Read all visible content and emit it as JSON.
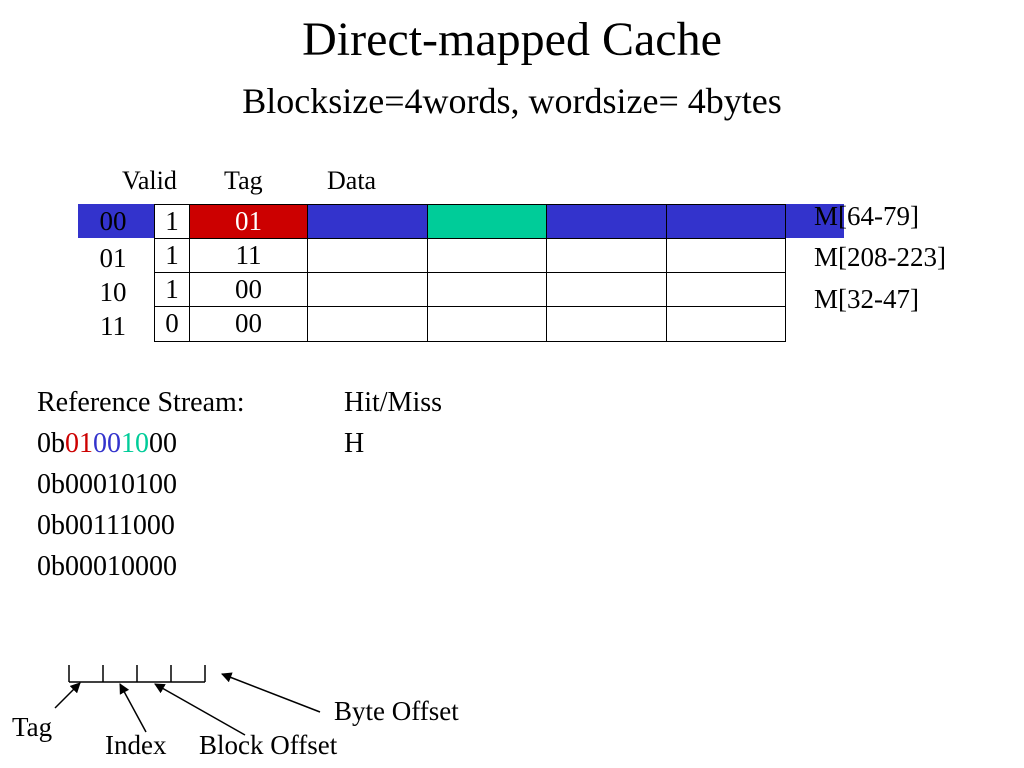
{
  "title": "Direct-mapped Cache",
  "subtitle": "Blocksize=4words, wordsize= 4bytes",
  "table": {
    "headers": {
      "valid": "Valid",
      "tag": "Tag",
      "data": "Data"
    },
    "rows": [
      {
        "index": "00",
        "valid": "1",
        "tag": "01"
      },
      {
        "index": "01",
        "valid": "1",
        "tag": "11"
      },
      {
        "index": "10",
        "valid": "1",
        "tag": "00"
      },
      {
        "index": "11",
        "valid": "0",
        "tag": "00"
      }
    ],
    "memory_labels": [
      "M[64-79]",
      "M[208-223]",
      "M[32-47]"
    ],
    "colors": {
      "highlight": "#3333cc",
      "tag_hit": "#cc0000",
      "word_hit": "#00cc99"
    }
  },
  "reference_stream": {
    "header": "Reference Stream:",
    "hitmiss_header": "Hit/Miss",
    "first_address": {
      "prefix": "0b",
      "tag_bits": "01",
      "index_bits": "00",
      "block_offset_bits": "10",
      "byte_offset_bits": "00"
    },
    "addresses": [
      "0b00010100",
      "0b00111000",
      "0b00010000"
    ],
    "results": [
      "H"
    ],
    "colors": {
      "tag": "#cc0000",
      "index": "#3333cc",
      "block_offset": "#00cc99",
      "byte_offset": "#000000"
    }
  },
  "address_diagram": {
    "labels": {
      "tag": "Tag",
      "index": "Index",
      "block_offset": "Block Offset",
      "byte_offset": "Byte Offset"
    }
  }
}
